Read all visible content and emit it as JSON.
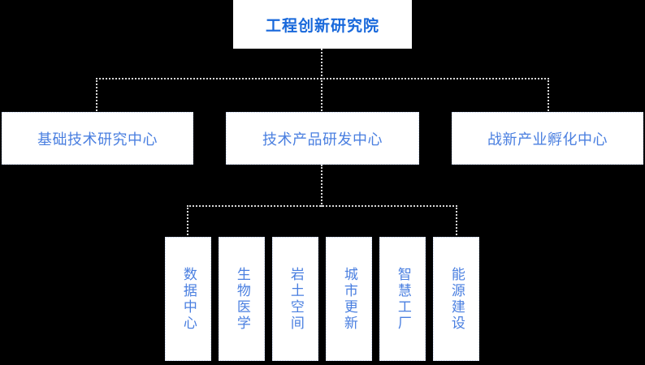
{
  "diagram": {
    "title": "工程创新研究院",
    "background_color": "#000000",
    "box_color": "#ffffff",
    "root_text_color": "#1868db",
    "node_text_color": "#4a7fe0",
    "connector_color": "#d8d8d8",
    "root": {
      "label": "工程创新研究院"
    },
    "departments": [
      {
        "label": "基础技术研究中心"
      },
      {
        "label": "技术产品研发中心"
      },
      {
        "label": "战新产业孵化中心"
      }
    ],
    "units": [
      {
        "label": "数据中心"
      },
      {
        "label": "生物医学"
      },
      {
        "label": "岩土空间"
      },
      {
        "label": "城市更新"
      },
      {
        "label": "智慧工厂"
      },
      {
        "label": "能源建设"
      }
    ]
  }
}
